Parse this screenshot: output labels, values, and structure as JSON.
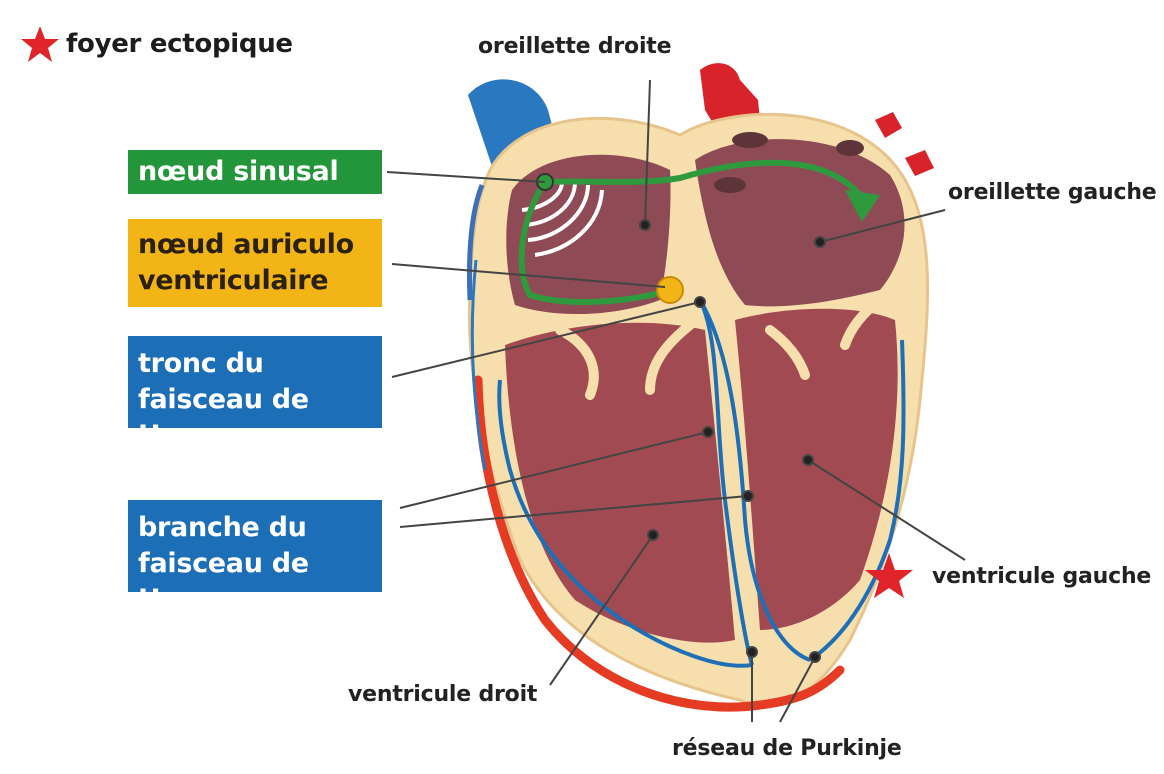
{
  "legend": {
    "icon": "star-icon",
    "label": "foyer ectopique",
    "color": "#e0242a"
  },
  "boxes": {
    "sinus_node": {
      "label": "nœud sinusal",
      "color": "#23953a"
    },
    "av_node": {
      "line1": "nœud auriculo",
      "line2": "ventriculaire",
      "color": "#f3b416"
    },
    "his_trunk": {
      "line1": "tronc du",
      "line2": "faisceau de Hys",
      "color": "#1c6fb7"
    },
    "his_branch": {
      "line1": "branche du",
      "line2": "faisceau de Hys",
      "color": "#1c6fb7"
    }
  },
  "labels": {
    "right_atrium": "oreillette droite",
    "left_atrium": "oreillette gauche",
    "left_ventricle": "ventricule gauche",
    "right_ventricle": "ventricule droit",
    "purkinje": "réseau de Purkinje"
  }
}
